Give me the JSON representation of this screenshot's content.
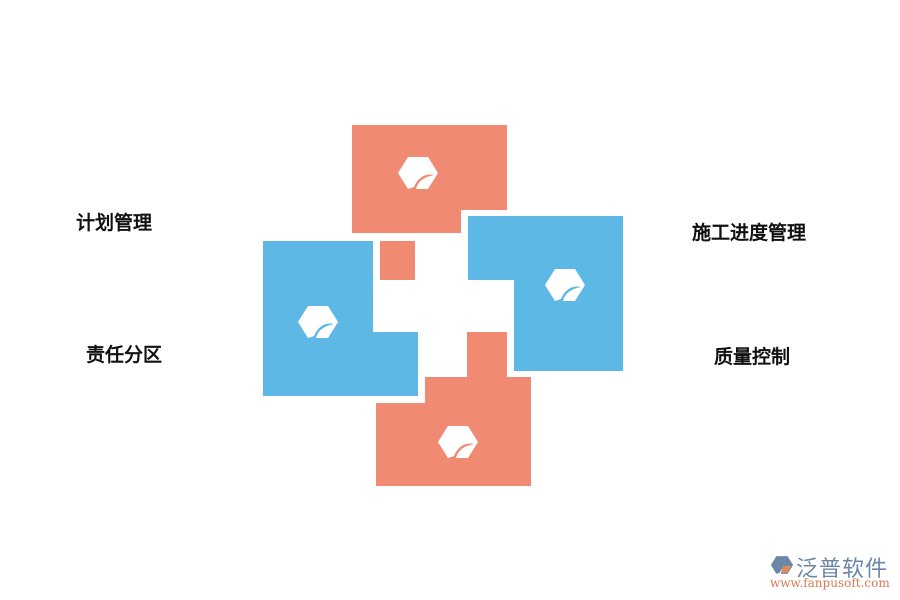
{
  "colors": {
    "orange": "#f18a72",
    "blue": "#5db8e6",
    "text": "#111111"
  },
  "labels": {
    "top_left": "计划管理",
    "bottom_left": "责任分区",
    "top_right": "施工进度管理",
    "bottom_right": "质量控制"
  },
  "blocks": [
    {
      "id": "top",
      "color": "orange",
      "icon": "brand-hexagon-icon"
    },
    {
      "id": "left",
      "color": "blue",
      "icon": "brand-hexagon-icon"
    },
    {
      "id": "right",
      "color": "blue",
      "icon": "brand-hexagon-icon"
    },
    {
      "id": "bottom",
      "color": "orange",
      "icon": "brand-hexagon-icon"
    }
  ],
  "watermark": {
    "name": "泛普软件",
    "url": "www.fanpusoft.com"
  }
}
